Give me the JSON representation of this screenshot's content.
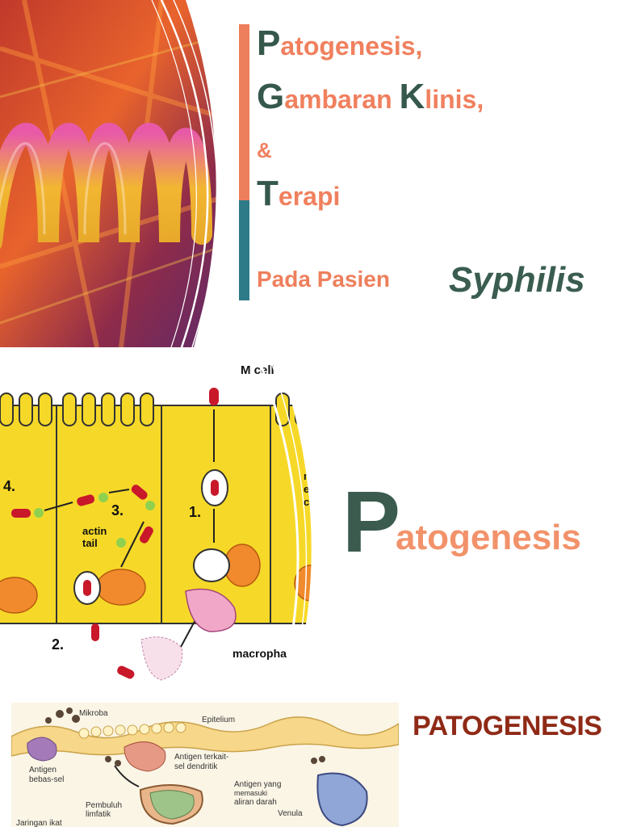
{
  "slide1": {
    "title_lines": [
      {
        "cap": "P",
        "rest": "atogenesis,"
      },
      {
        "cap": "G",
        "rest": "ambaran ",
        "cap2": "K",
        "rest2": "linis,"
      },
      {
        "amp": "&"
      },
      {
        "cap": "T",
        "rest": "erapi"
      }
    ],
    "pada": "Pada Pasien",
    "syphilis": "Syphilis",
    "colors": {
      "orange": "#ee7f5c",
      "teal": "#2d7b89",
      "dark_green": "#35584b"
    }
  },
  "slide2": {
    "big_letter": "P",
    "rest": "atogenesis",
    "diagram_labels": {
      "m_cell": "M cell",
      "step1": "1.",
      "step2": "2.",
      "step3": "3.",
      "step4": "4.",
      "actin_tail": "actin\ntail",
      "muc": "muc",
      "epith": "epith",
      "cell": "cell",
      "macrophage": "macropha"
    }
  },
  "slide3": {
    "title": "PATOGENESIS",
    "diagram_labels": {
      "mikroba": "Mikroba",
      "epitelium": "Epitelium",
      "antigen_terkait": "Antigen terkait-\nsel dendritik",
      "antigen_bebas": "Antigen\nbebas-sel",
      "antigen_yang": "Antigen yang\nmemasuki\naliran darah",
      "pembuluh": "Pembuluh\nlimfatik",
      "venula": "Venula",
      "jaringan": "Jaringan ikat"
    }
  }
}
